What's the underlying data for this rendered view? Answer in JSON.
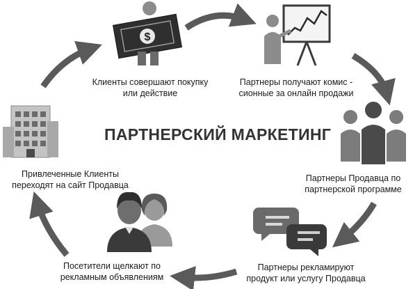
{
  "title": "ПАРТНЕРСКИЙ МАРКЕТИНГ",
  "steps": [
    {
      "line1": "Клиенты совершают покупку",
      "line2": "или действие",
      "icon": "person-with-dollar-bill-icon"
    },
    {
      "line1": "Партнеры получают комис -",
      "line2": "сионные за онлайн продажи",
      "icon": "presenter-with-chart-icon"
    },
    {
      "line1": "Партнеры Продавца по",
      "line2": "партнерской программе",
      "icon": "group-of-people-icon"
    },
    {
      "line1": "Партнеры рекламируют",
      "line2": "продукт или услугу Продавца",
      "icon": "speech-bubbles-icon"
    },
    {
      "line1": "Посетители щелкают по",
      "line2": "рекламным объявлениям",
      "icon": "two-people-avatar-icon"
    },
    {
      "line1": "Привлеченные Клиенты",
      "line2": "переходят на сайт Продавца",
      "icon": "office-building-icon"
    }
  ],
  "colors": {
    "arrow": "#5a5a5a",
    "icon_dark": "#3a3a3a",
    "icon_mid": "#8c8c8c",
    "icon_light": "#d0d0d0",
    "text": "#1a1a1a"
  }
}
